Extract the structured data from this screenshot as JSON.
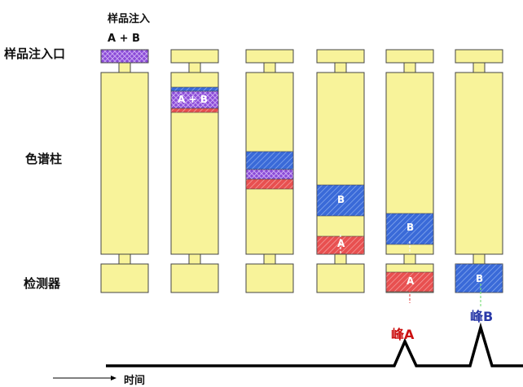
{
  "labels": {
    "sample_injection": "样品注入",
    "injection_port": "样品注入口",
    "column": "色谱柱",
    "detector": "检测器",
    "time": "时间",
    "sample_mix": "A + B"
  },
  "band_labels": {
    "a_plus_b": "A + B",
    "a": "A",
    "b": "B"
  },
  "peaks": {
    "a": {
      "label": "峰A",
      "color": "#cc1111"
    },
    "b": {
      "label": "峰B",
      "color": "#2a3aa8"
    }
  },
  "colors": {
    "column_fill": "#f8f39a",
    "outline": "#444444",
    "band_mix": "#8a4ad8",
    "band_a": "#e85050",
    "band_b": "#3a6ad8",
    "baseline": "#000000"
  },
  "stages": [
    {
      "stage": 1,
      "port_band": "A+B",
      "column_bands": [],
      "detector_band": null
    },
    {
      "stage": 2,
      "port_band": null,
      "column_bands": [
        "B",
        "A+B",
        "A"
      ],
      "detector_band": null
    },
    {
      "stage": 3,
      "port_band": null,
      "column_bands": [
        "B",
        "A+B",
        "A"
      ],
      "detector_band": null
    },
    {
      "stage": 4,
      "port_band": null,
      "column_bands": [
        "B",
        "A"
      ],
      "detector_band": null
    },
    {
      "stage": 5,
      "port_band": null,
      "column_bands": [
        "B"
      ],
      "detector_band": "A"
    },
    {
      "stage": 6,
      "port_band": null,
      "column_bands": [],
      "detector_band": "B"
    }
  ]
}
